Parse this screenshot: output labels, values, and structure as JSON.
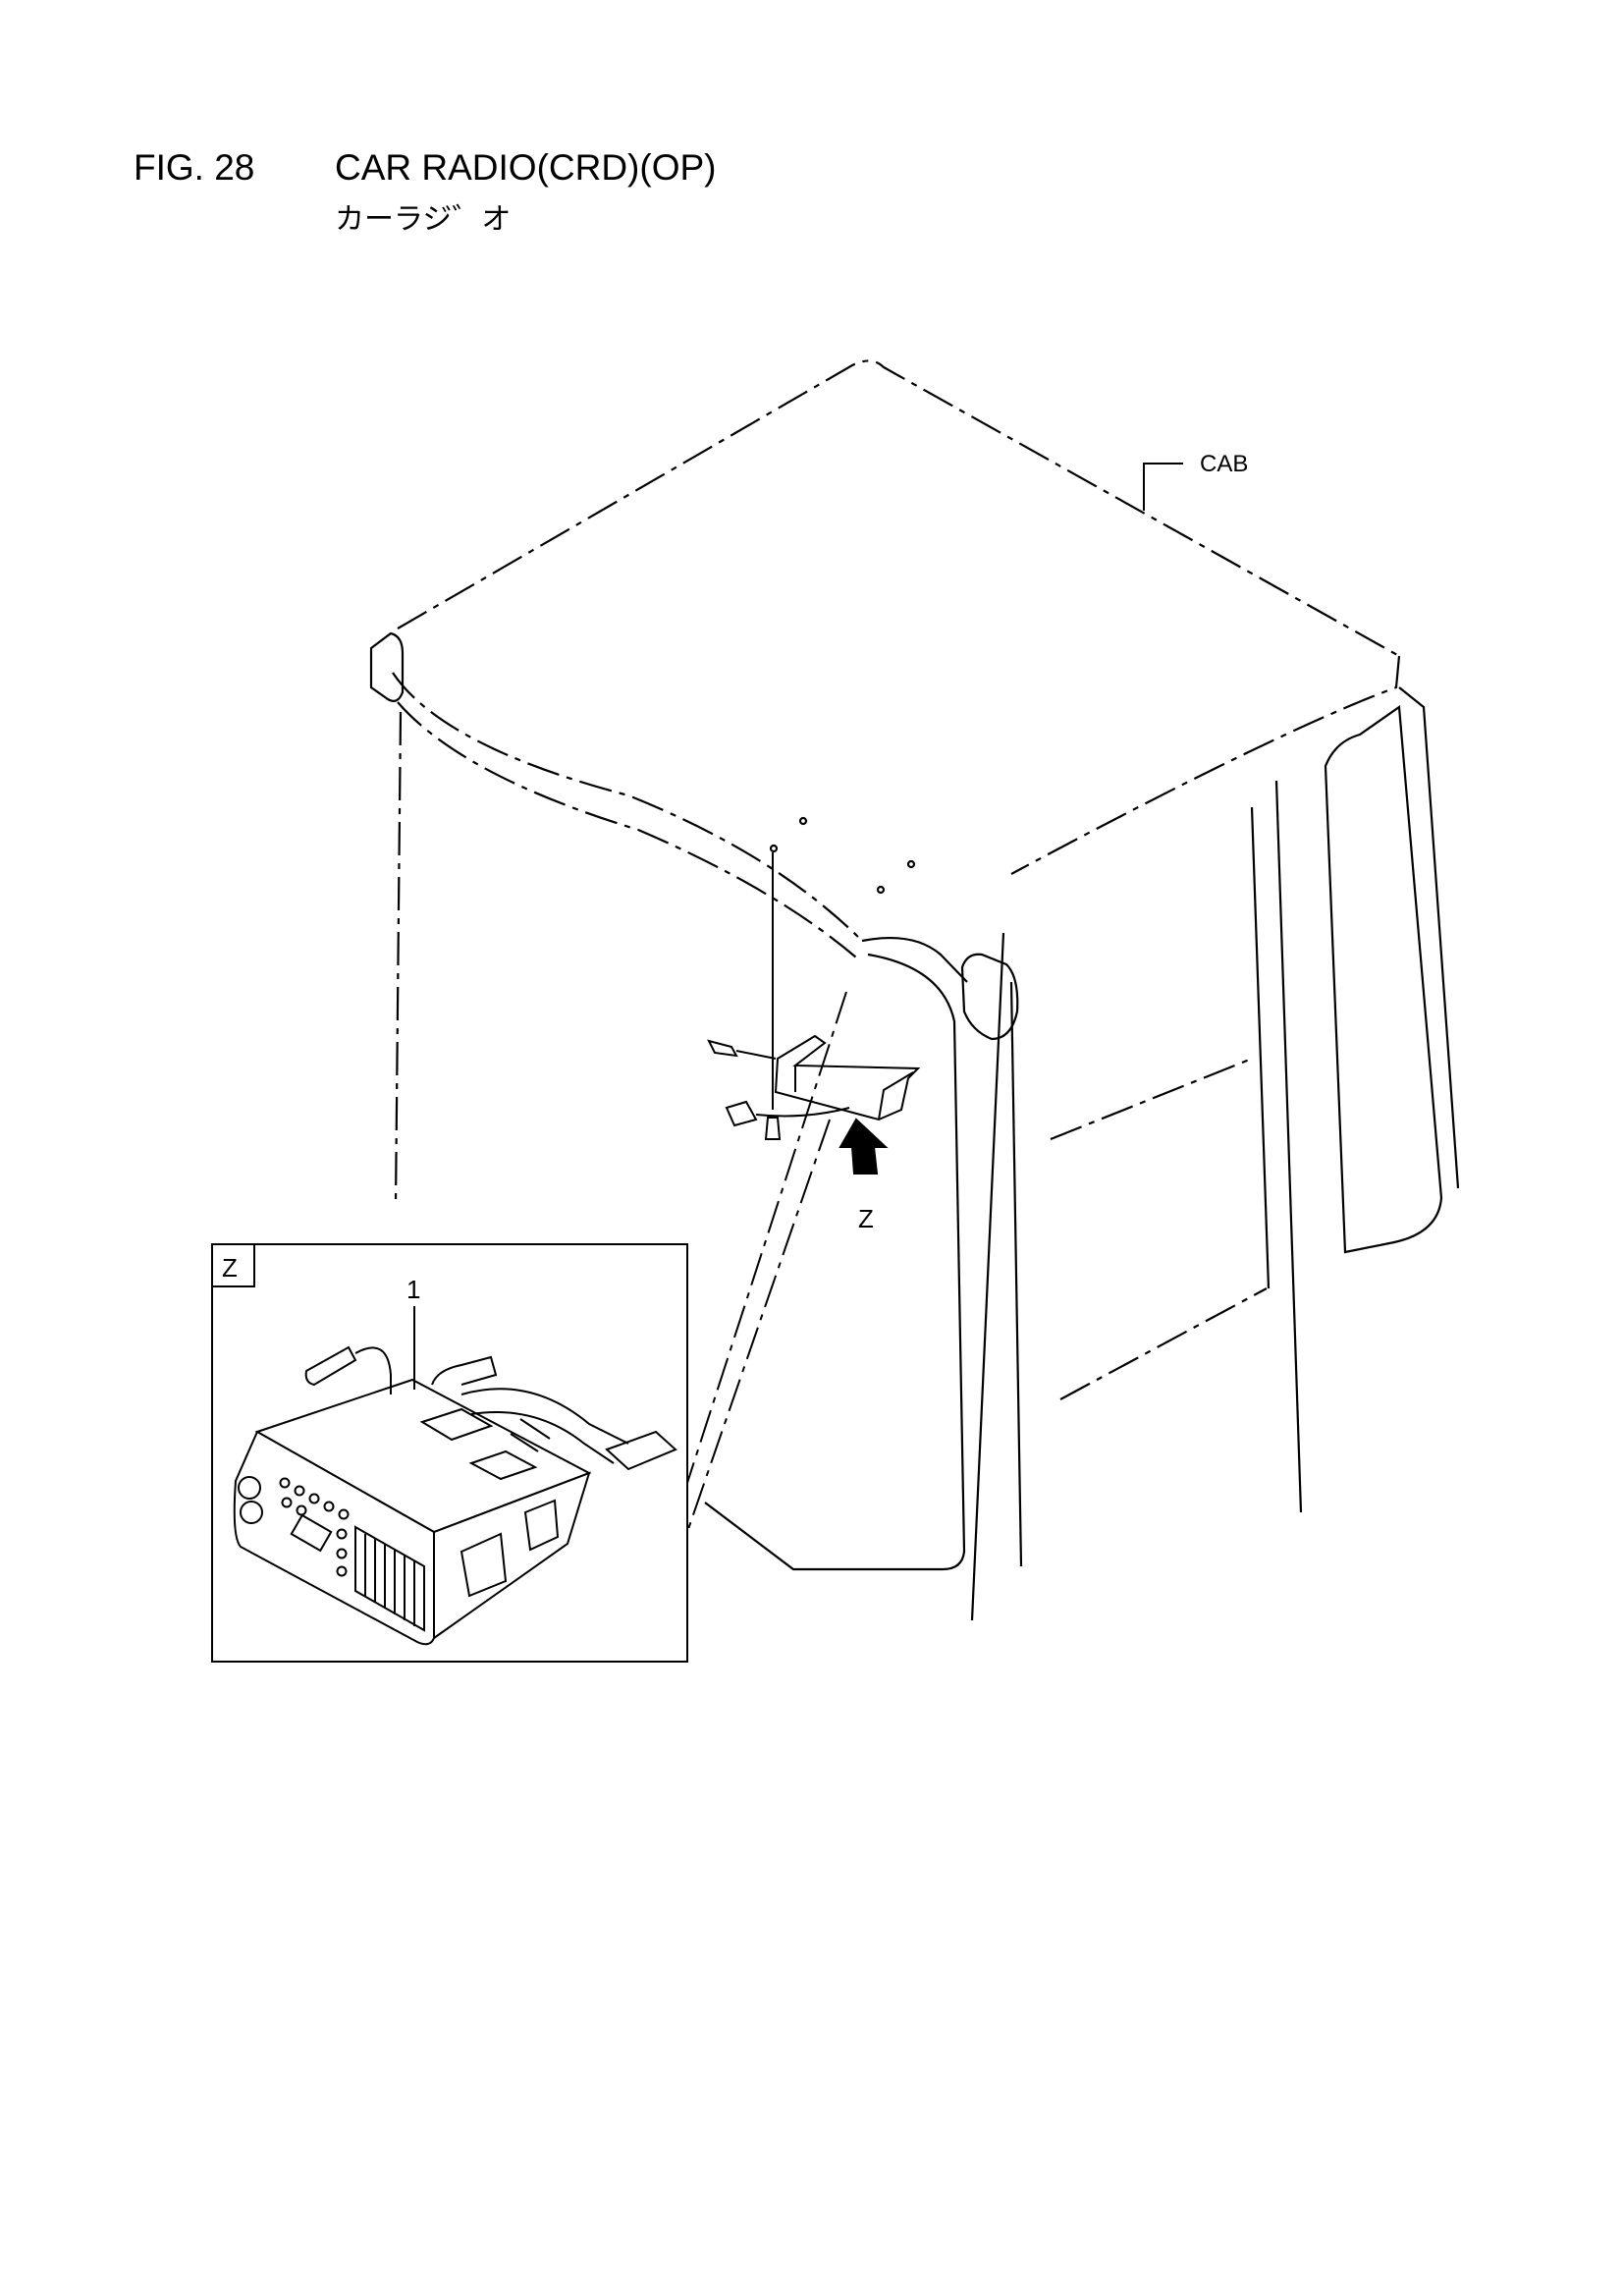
{
  "figure": {
    "number": "FIG. 28",
    "title": "CAR RADIO(CRD)(OP)",
    "subtitle": "カーラジ゛オ"
  },
  "labels": {
    "cab": "CAB",
    "view_arrow": "Z",
    "detail_view": "Z",
    "part_1": "1"
  }
}
